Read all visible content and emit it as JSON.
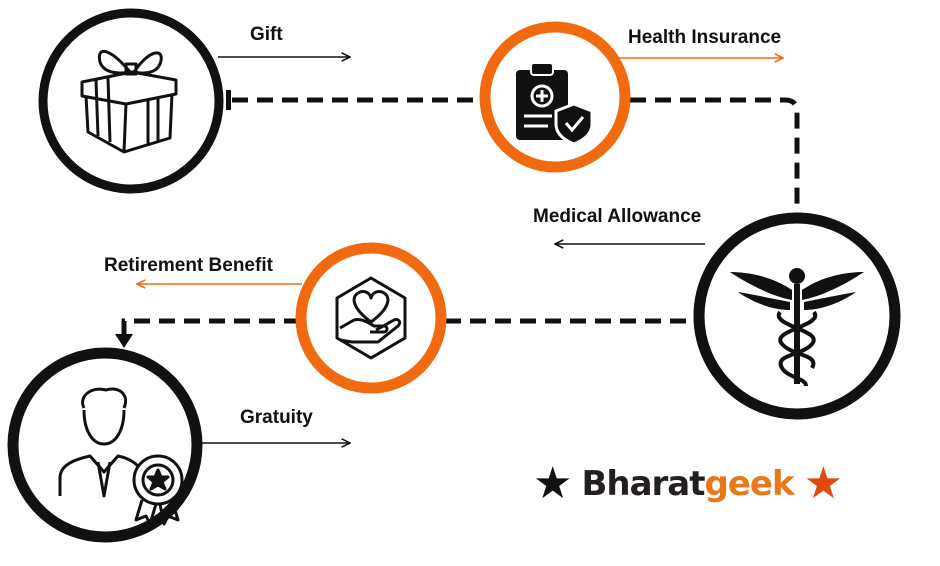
{
  "labels": {
    "gift": "Gift",
    "health_insurance": "Health Insurance",
    "medical_allowance": "Medical Allowance",
    "retirement_benefit": "Retirement Benefit",
    "gratuity": "Gratuity"
  },
  "logo": {
    "part1": "Bharat",
    "part2": "geek",
    "star": "★"
  },
  "colors": {
    "accent": "#f26a10",
    "dark": "#111111",
    "logo_orange": "#e87818",
    "star_orange": "#e04a0a"
  }
}
